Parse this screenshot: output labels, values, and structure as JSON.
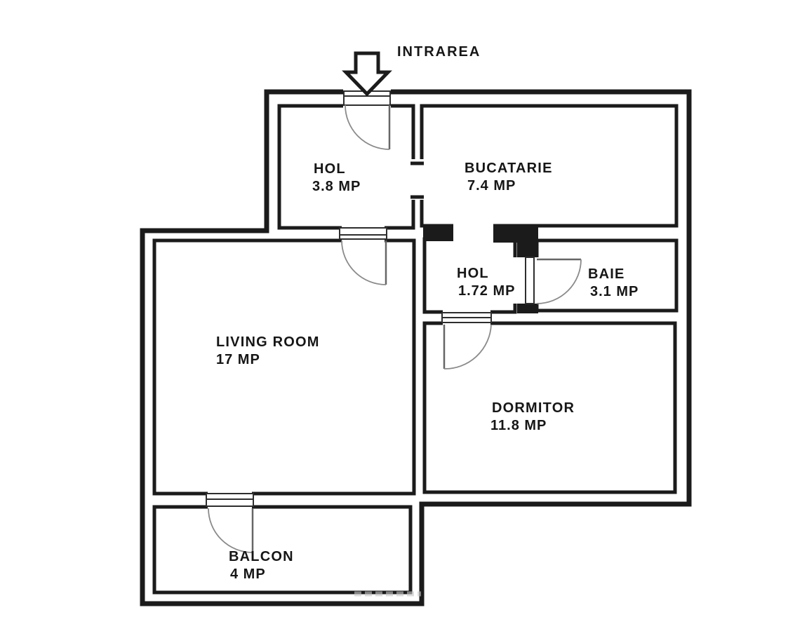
{
  "plan": {
    "entrance_label": "INTRAREA",
    "rooms": [
      {
        "id": "hol-top",
        "name": "HOL",
        "area": "3.8 MP"
      },
      {
        "id": "bucatarie",
        "name": "BUCATARIE",
        "area": "7.4 MP"
      },
      {
        "id": "hol-mid",
        "name": "HOL",
        "area": "1.72 MP"
      },
      {
        "id": "baie",
        "name": "BAIE",
        "area": "3.1 MP"
      },
      {
        "id": "living",
        "name": "LIVING ROOM",
        "area": "17 MP"
      },
      {
        "id": "dormitor",
        "name": "DORMITOR",
        "area": "11.8 MP"
      },
      {
        "id": "balcon",
        "name": "BALCON",
        "area": "4 MP"
      }
    ]
  },
  "colors": {
    "wall": "#1b1b1b",
    "door": "#666666",
    "arc": "#8a8a8a",
    "text": "#161616",
    "background": "#ffffff",
    "watermark": "#c8c8c8"
  }
}
